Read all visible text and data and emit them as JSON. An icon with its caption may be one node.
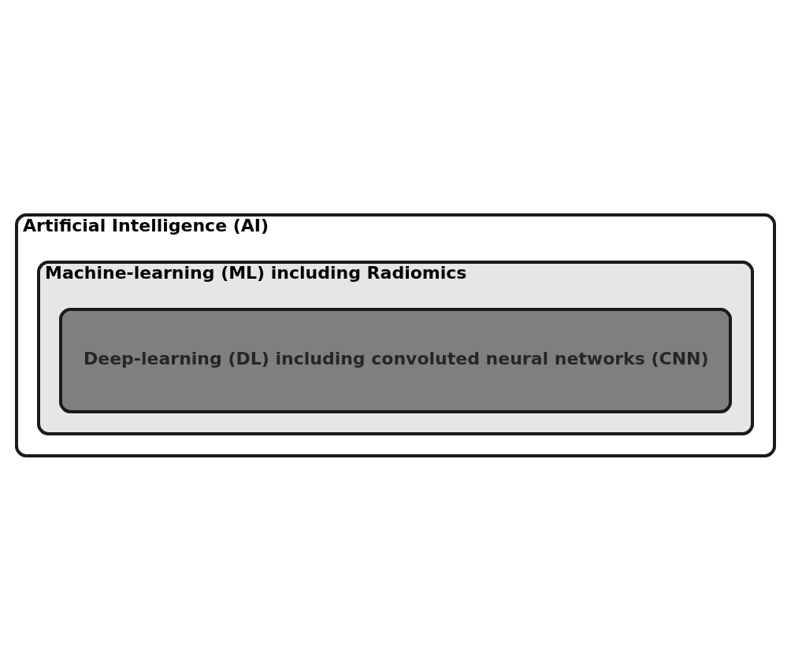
{
  "diagram": {
    "nodes": [
      {
        "text": [
          "Artificial Intelligence (AI)"
        ]
      },
      {
        "text": [
          "Machine-learning (ML) including Radiomics"
        ],
        "in": 0
      },
      {
        "text": [
          "Deep-learning (DL) including convoluted neural networks (CNN)"
        ],
        "in": 1
      }
    ]
  }
}
